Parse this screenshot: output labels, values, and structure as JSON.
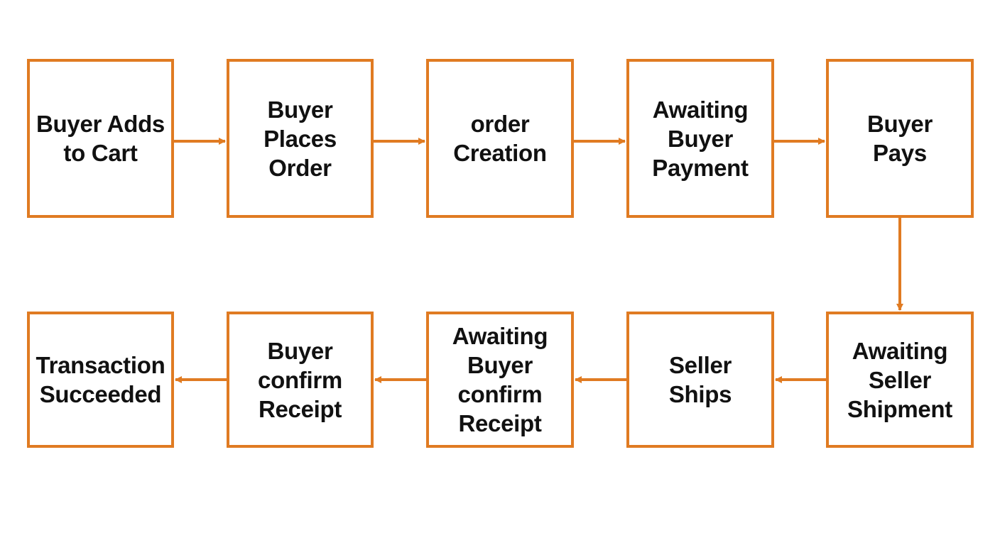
{
  "colors": {
    "accent": "#e07b22",
    "text": "#111111",
    "background": "#ffffff"
  },
  "flow": {
    "steps": [
      {
        "label": "Buyer Adds\nto Cart"
      },
      {
        "label": "Buyer\nPlaces\nOrder"
      },
      {
        "label": "order\nCreation"
      },
      {
        "label": "Awaiting\nBuyer\nPayment"
      },
      {
        "label": "Buyer\nPays"
      },
      {
        "label": "Awaiting\nSeller\nShipment"
      },
      {
        "label": "Seller\nShips"
      },
      {
        "label": "Awaiting\nBuyer\nconfirm\nReceipt"
      },
      {
        "label": "Buyer\nconfirm\nReceipt"
      },
      {
        "label": "Transaction\nSucceeded"
      }
    ]
  }
}
